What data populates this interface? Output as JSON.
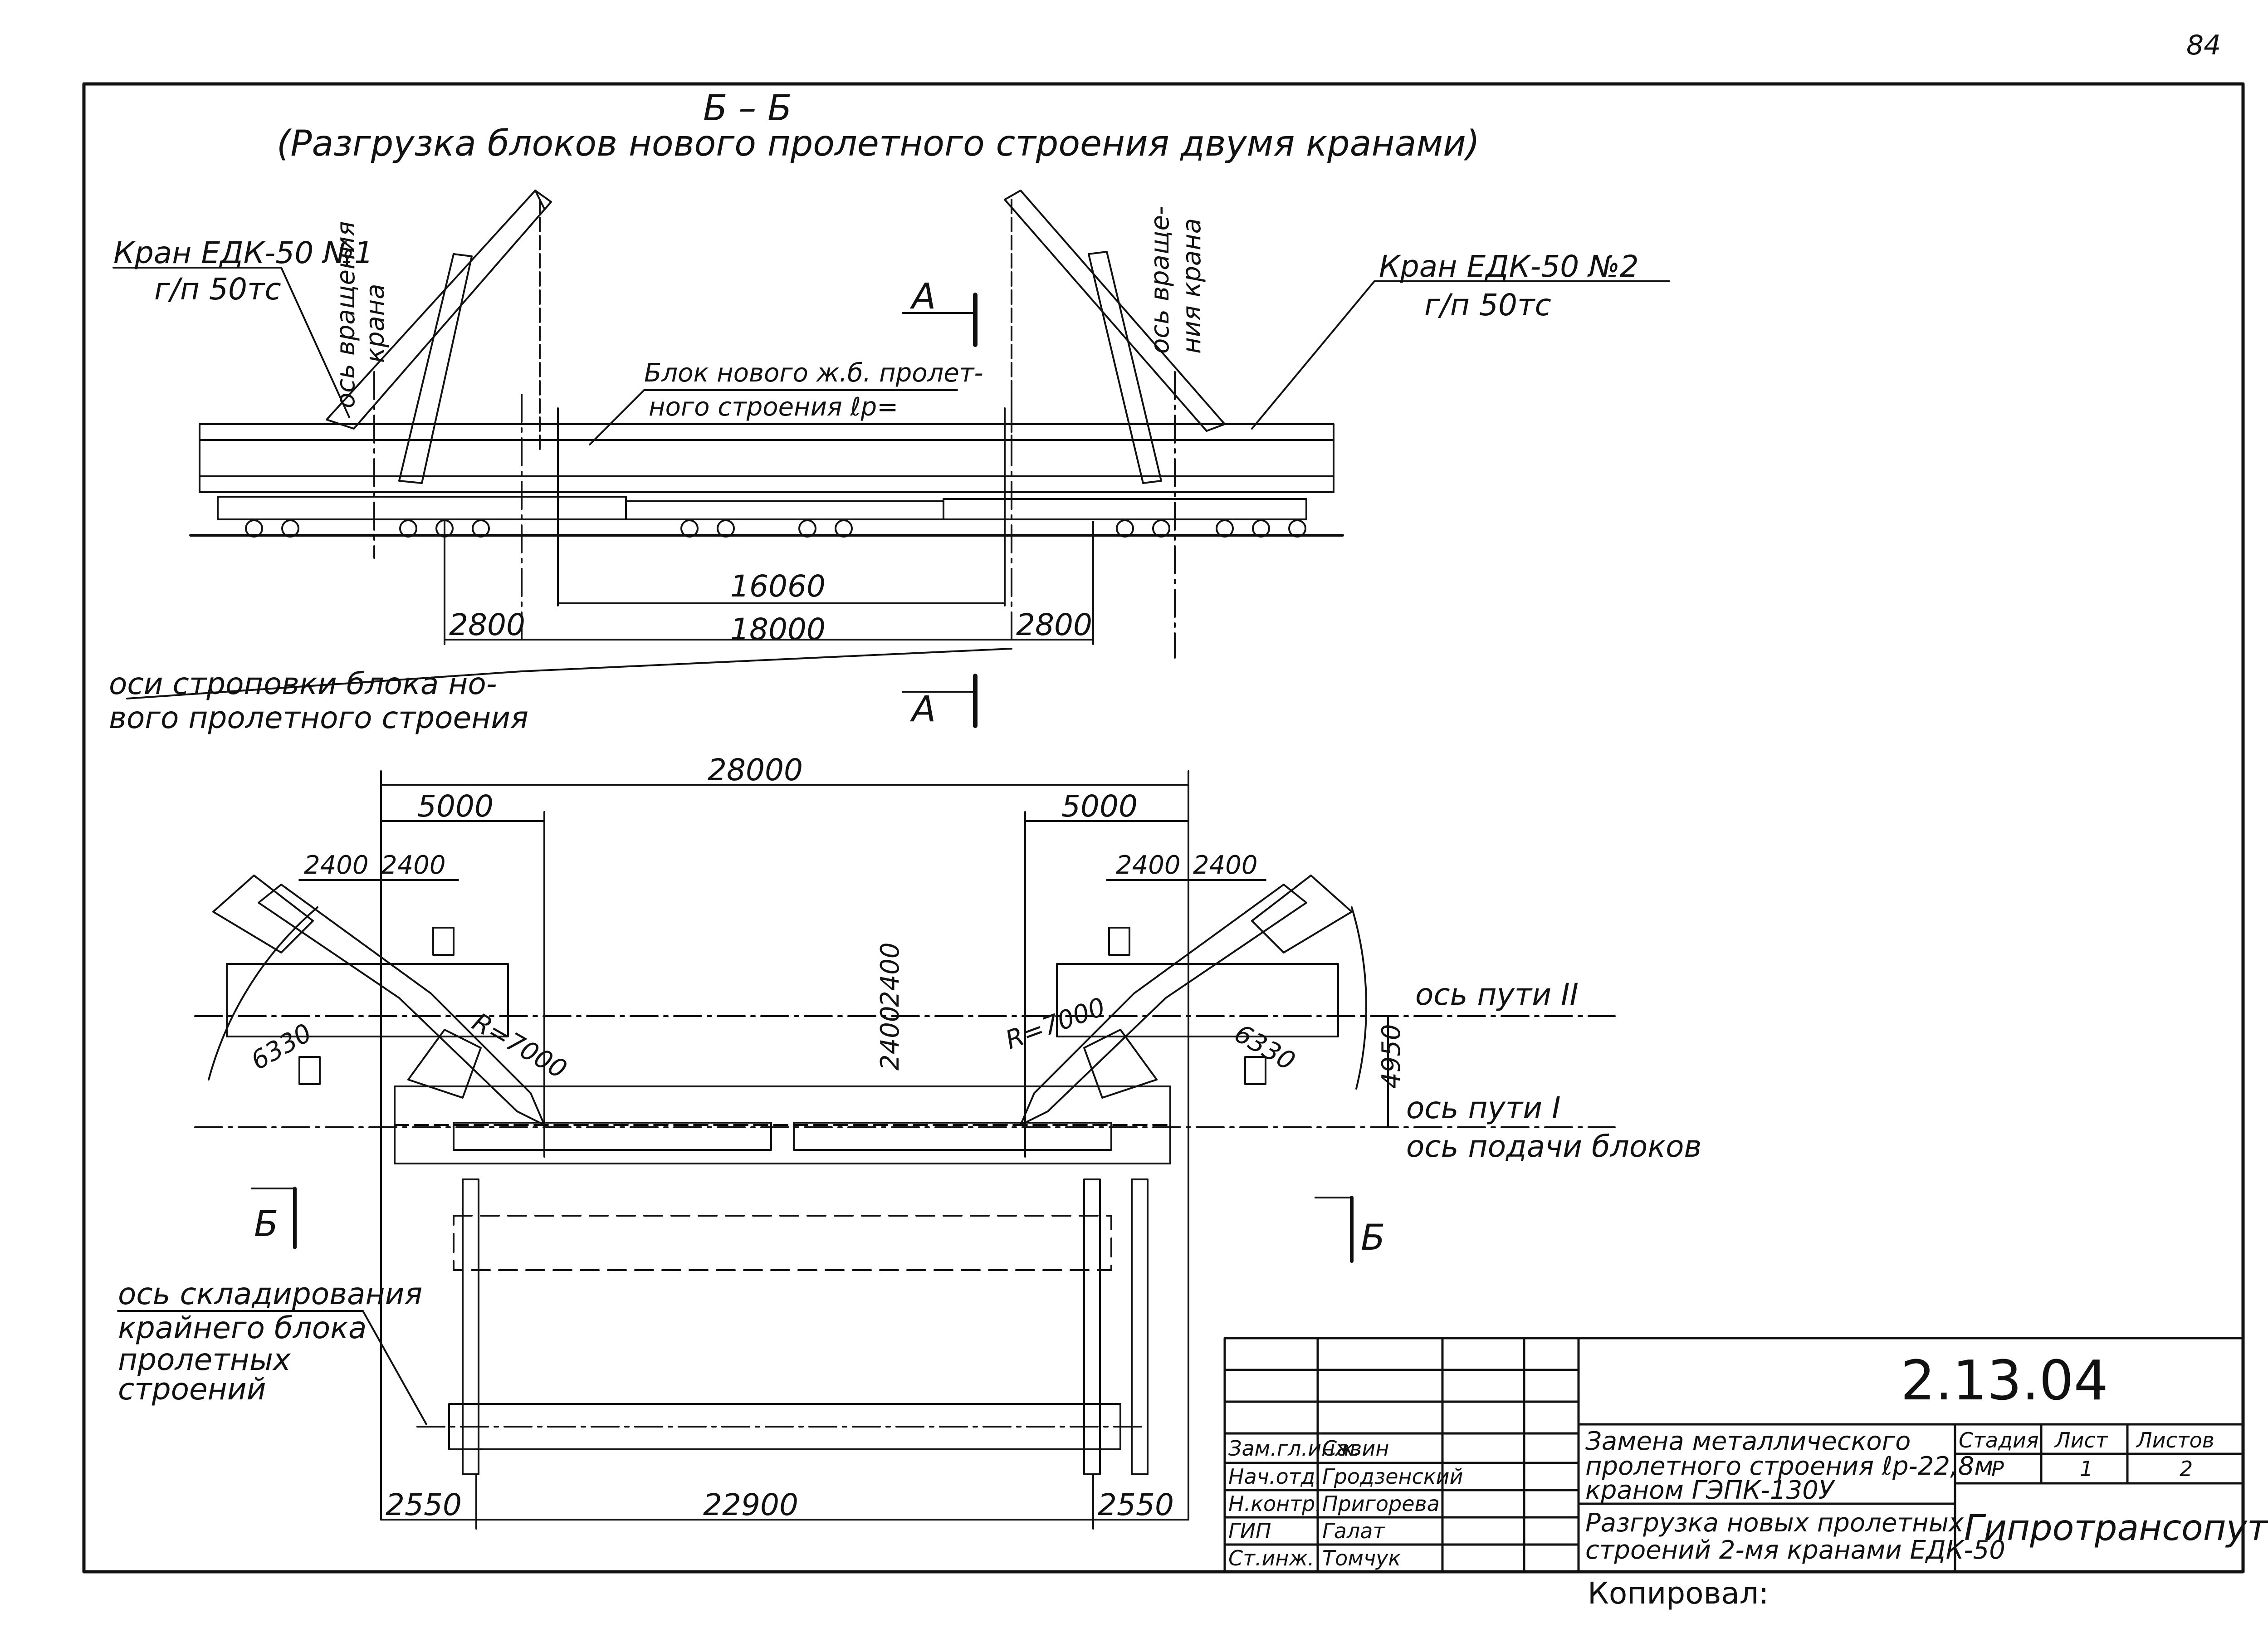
{
  "page_number": "84",
  "section": {
    "title": "Б – Б",
    "subtitle": "(Разгрузка блоков нового пролетного строения двумя кранами)"
  },
  "labels": {
    "crane1_name": "Кран ЕДК-50 №1",
    "crane1_capacity": "г/п 50тс",
    "crane2_name": "Кран ЕДК-50 №2",
    "crane2_capacity": "г/п 50тс",
    "rotation_axis_1a": "ось вращения",
    "rotation_axis_1b": "крана",
    "rotation_axis_2a": "ось враще-",
    "rotation_axis_2b": "ния крана",
    "block_line1": "Блок нового ж.б. пролет-",
    "block_line2": "ного строения ℓр=",
    "sling_line1": "оси строповки блока но-",
    "sling_line2": "вого пролетного строения",
    "section_A": "А",
    "section_B": "Б",
    "track2": "ось пути II",
    "track1": "ось пути I",
    "feed_axis": "ось подачи блоков",
    "storage1": "ось складирования",
    "storage2": "крайнего блока",
    "storage3": "пролетных",
    "storage4": "строений"
  },
  "dimensions": {
    "d16060": "16060",
    "d18000": "18000",
    "d2800_left": "2800",
    "d2800_right": "2800",
    "d28000": "28000",
    "d5000_left": "5000",
    "d5000_right": "5000",
    "d2400_a": "2400",
    "d2400_b": "2400",
    "d2400_c": "2400",
    "d2400_d": "2400",
    "d2400_v1": "2400",
    "d2400_v2": "2400",
    "d4950": "4950",
    "d6330_left": "6330",
    "d6330_right": "6330",
    "r7000_left": "R=7000",
    "r7000_right": "R=7000",
    "d2550_left": "2550",
    "d22900": "22900",
    "d2550_right": "2550"
  },
  "title_block": {
    "code": "2.13.04",
    "roles": [
      "Зам.гл.инж.",
      "Нач.отд.",
      "Н.контр.",
      "ГИП",
      "Ст.инж."
    ],
    "names": [
      "Савин",
      "Гродзенский",
      "Пригорева",
      "Галат",
      "Томчук"
    ],
    "work_title_1": "Замена металлического",
    "work_title_2": "пролетного строения ℓр-22,8м",
    "work_title_3": "краном ГЭПК-130У",
    "sheet_title_1": "Разгрузка новых пролетных",
    "sheet_title_2": "строений 2-мя кранами ЕДК-50",
    "stage_label": "Стадия",
    "sheet_label": "Лист",
    "sheets_label": "Листов",
    "stage": "Р",
    "sheet": "1",
    "sheets": "2",
    "org": "Гипротрансопуть"
  },
  "copied_by": "Копировал:"
}
